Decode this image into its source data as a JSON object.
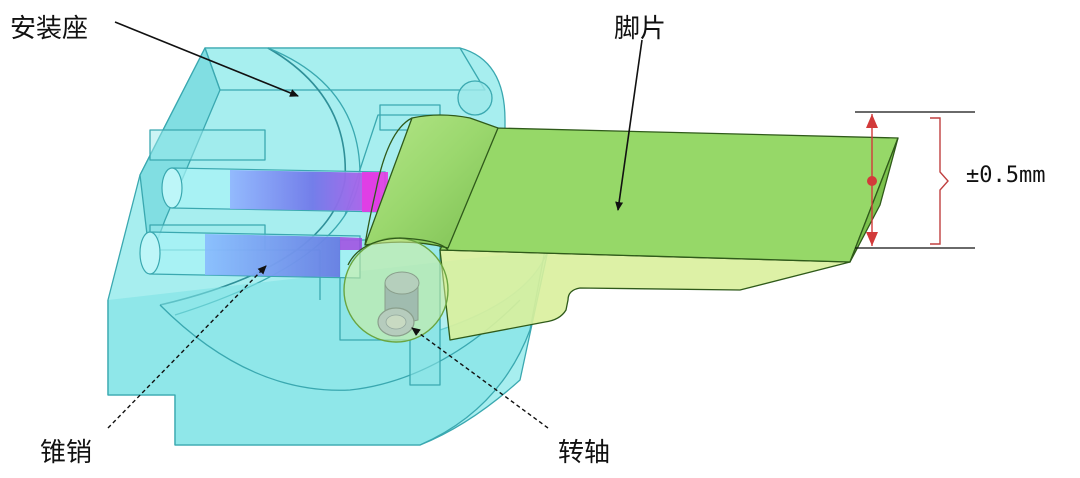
{
  "labels": {
    "mount_seat": "安装座",
    "foot_plate": "脚片",
    "taper_pin": "锥销",
    "pivot_shaft": "转轴",
    "tolerance": "±0.5mm"
  },
  "colors": {
    "mount_fill": "#7fe6e6",
    "mount_edge": "#3aa8b0",
    "plate_top": "#97d96a",
    "plate_front": "#d7ef9a",
    "plate_edge": "#2f5a1a",
    "shaft": "#7a8fd6",
    "pin_blue": "#6f7fe8",
    "pin_magenta": "#e040e0",
    "dim_red": "#d23a3a",
    "dim_bracket": "#c04040"
  }
}
